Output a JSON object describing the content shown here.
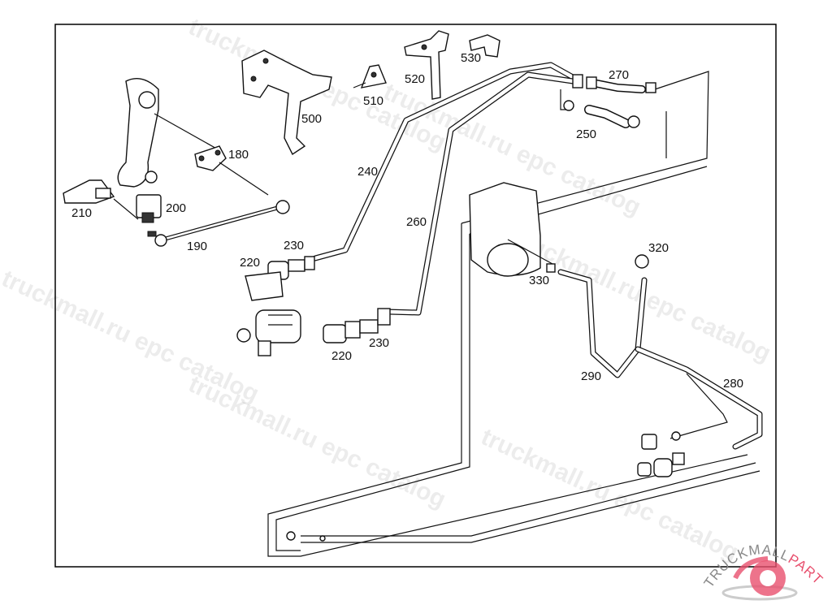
{
  "diagram": {
    "labels": {
      "p180": "180",
      "p190": "190",
      "p200": "200",
      "p210": "210",
      "p220a": "220",
      "p220b": "220",
      "p230a": "230",
      "p230b": "230",
      "p240": "240",
      "p250": "250",
      "p260": "260",
      "p270": "270",
      "p280": "280",
      "p290": "290",
      "p320": "320",
      "p330": "330",
      "p500": "500",
      "p510": "510",
      "p520": "520",
      "p530": "530"
    },
    "watermark": "truckmall.ru epc catalog",
    "logo": {
      "text_a": "TRUCKMALL",
      "text_b": "PARTS",
      "accent_color": "#e8506e",
      "text_color": "#888888"
    }
  }
}
